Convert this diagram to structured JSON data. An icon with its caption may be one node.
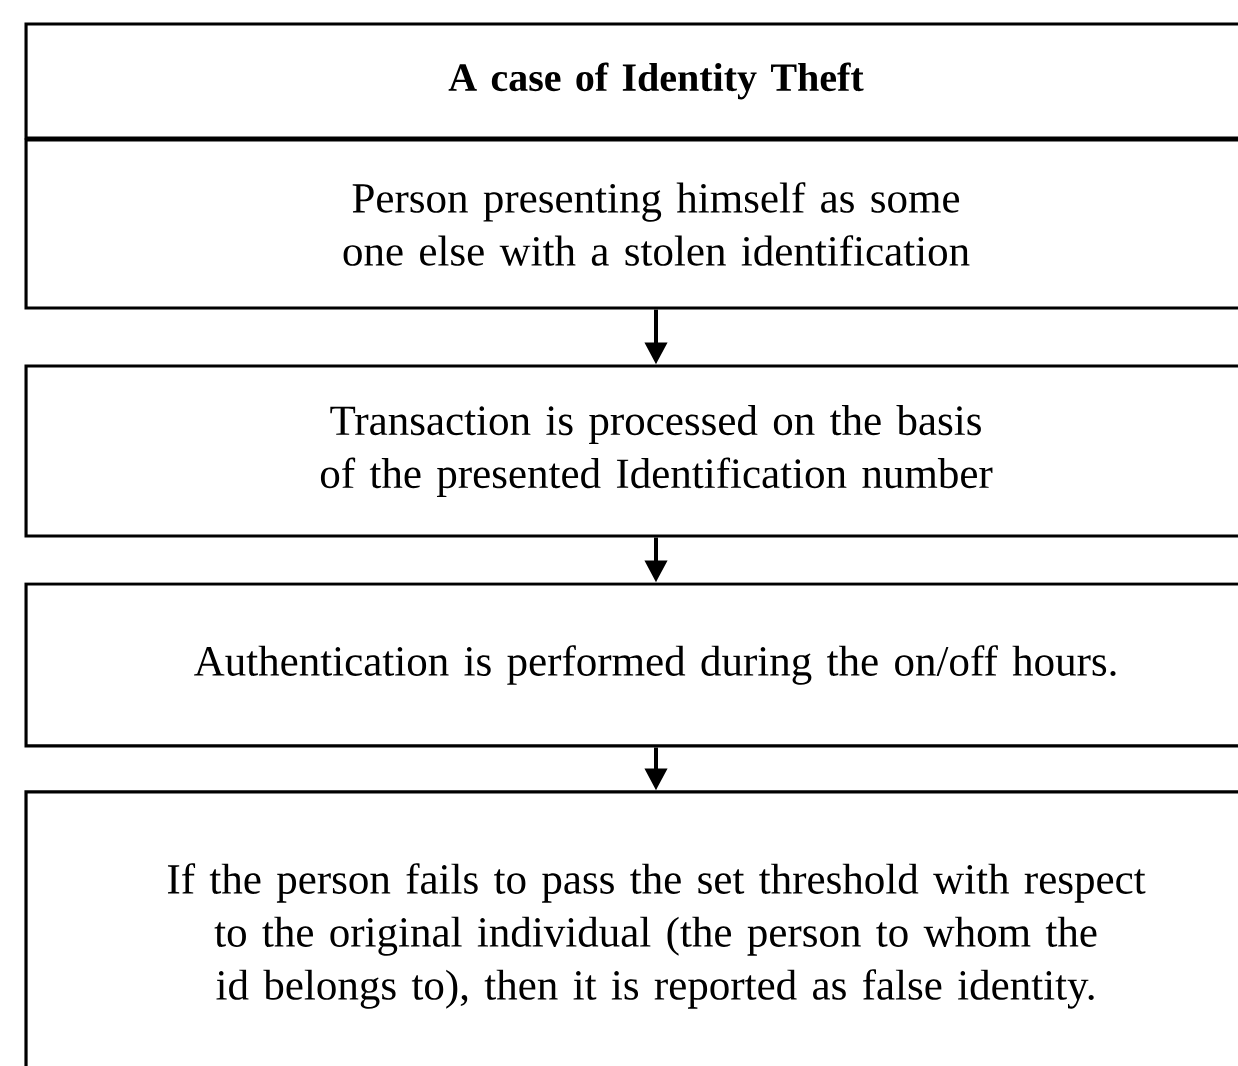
{
  "diagram": {
    "nodes": [
      {
        "text": [
          "A case of Identity Theft"
        ]
      },
      {
        "text": [
          "Person presenting himself as some one else with a stolen identification"
        ]
      },
      {
        "text": [
          "Transaction is processed on the basis of the presented Identification number"
        ]
      },
      {
        "text": [
          "Authentication is performed during the on/off hours."
        ]
      },
      {
        "text": [
          "If the person fails to pass the set threshold with respect to the original individual (the person to whom the id belongs to), then it is reported as false identity."
        ]
      }
    ],
    "edges": [
      {
        "from": 1,
        "to": 2,
        "arrow": "to"
      },
      {
        "from": 2,
        "to": 3,
        "arrow": "to"
      },
      {
        "from": 3,
        "to": 4,
        "arrow": "to"
      }
    ]
  }
}
